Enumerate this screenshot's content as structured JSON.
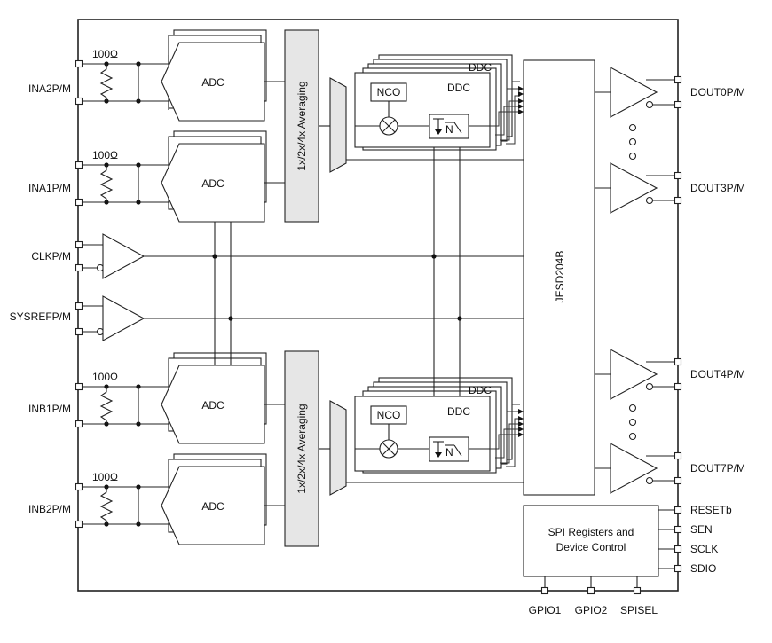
{
  "inputs": {
    "ina2": "INA2P/M",
    "ina1": "INA1P/M",
    "clk": "CLKP/M",
    "sysref": "SYSREFP/M",
    "inb1": "INB1P/M",
    "inb2": "INB2P/M"
  },
  "resistor_label": "100Ω",
  "adc_label": "ADC",
  "averaging_label": "1x/2x/4x Averaging",
  "ddc_label": "DDC",
  "nco_label": "NCO",
  "decim_label": "N",
  "jesd_label": "JESD204B",
  "spi": {
    "line1": "SPI Registers and",
    "line2": "Device Control"
  },
  "outputs": {
    "dout0": "DOUT0P/M",
    "dout3": "DOUT3P/M",
    "dout4": "DOUT4P/M",
    "dout7": "DOUT7P/M"
  },
  "control_pins": {
    "reset": "RESETb",
    "sen": "SEN",
    "sclk": "SCLK",
    "sdio": "SDIO"
  },
  "bottom_pins": {
    "gpio1": "GPIO1",
    "gpio2": "GPIO2",
    "spisel": "SPISEL"
  }
}
